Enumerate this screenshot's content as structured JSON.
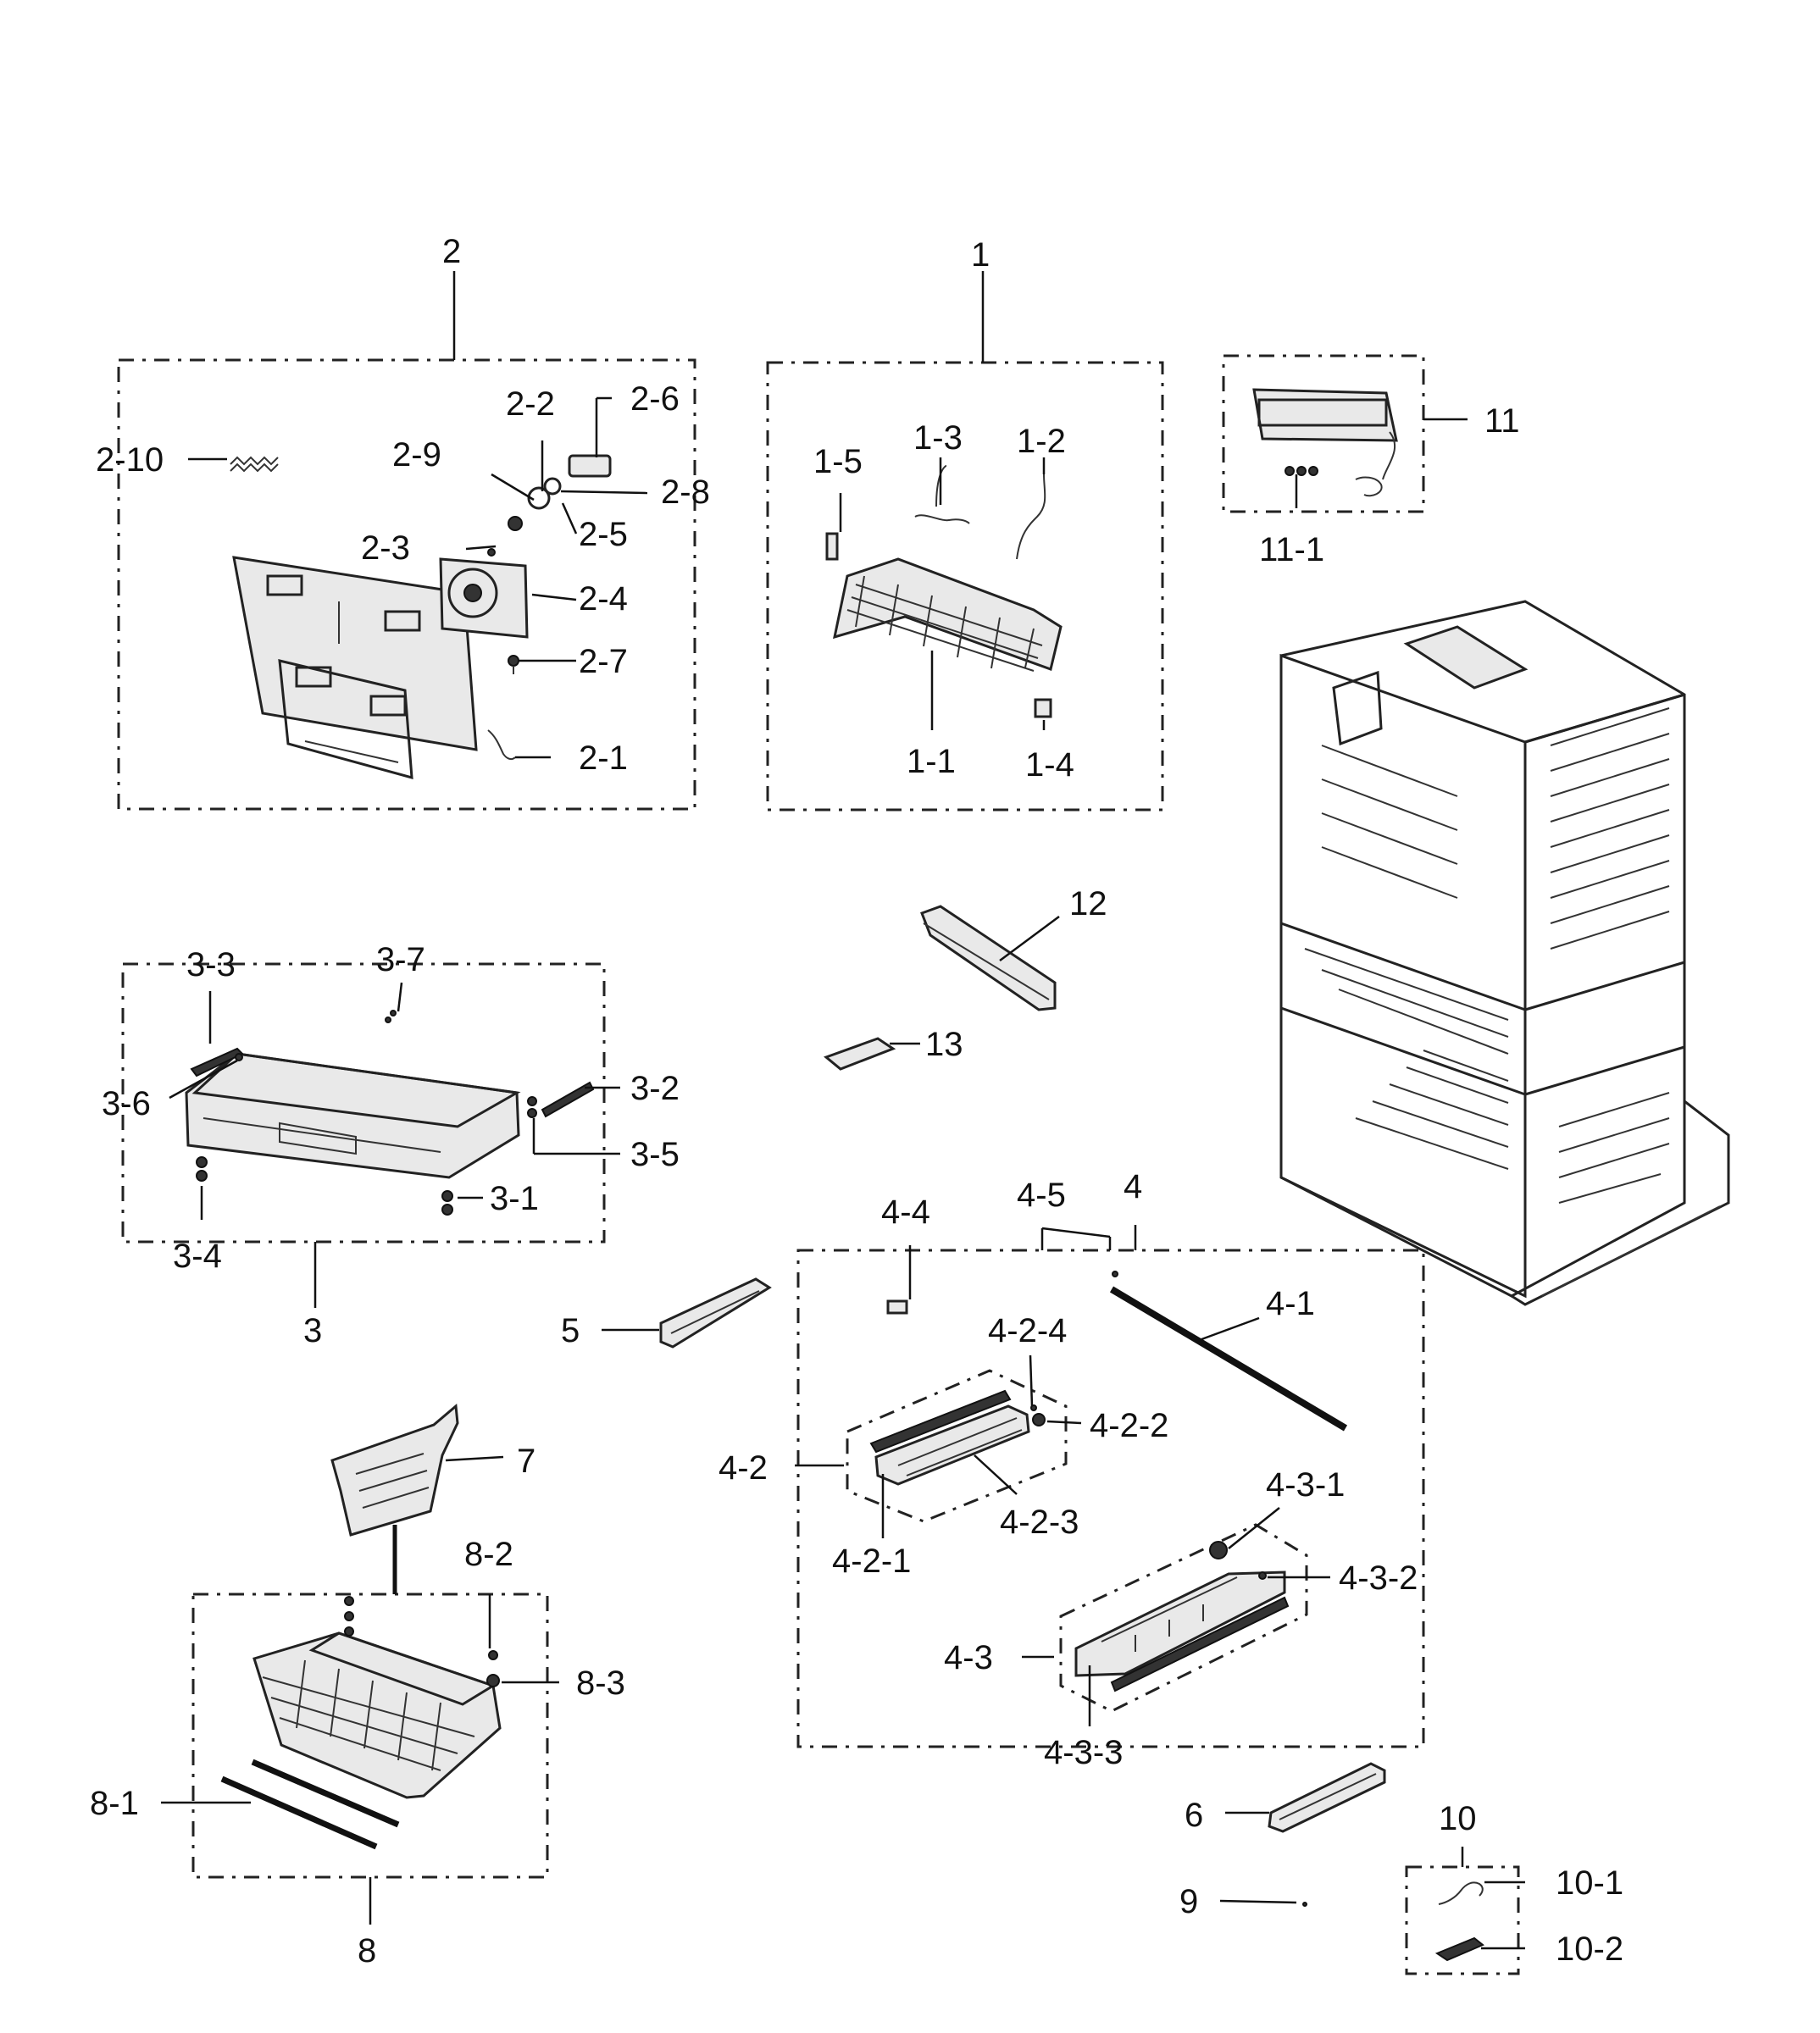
{
  "labels": {
    "l1": "1",
    "l1_1": "1-1",
    "l1_2": "1-2",
    "l1_3": "1-3",
    "l1_4": "1-4",
    "l1_5": "1-5",
    "l2": "2",
    "l2_1": "2-1",
    "l2_2": "2-2",
    "l2_3": "2-3",
    "l2_4": "2-4",
    "l2_5": "2-5",
    "l2_6": "2-6",
    "l2_7": "2-7",
    "l2_8": "2-8",
    "l2_9": "2-9",
    "l2_10": "2-10",
    "l3": "3",
    "l3_1": "3-1",
    "l3_2": "3-2",
    "l3_3": "3-3",
    "l3_4": "3-4",
    "l3_5": "3-5",
    "l3_6": "3-6",
    "l3_7": "3-7",
    "l4": "4",
    "l4_1": "4-1",
    "l4_2": "4-2",
    "l4_2_1": "4-2-1",
    "l4_2_2": "4-2-2",
    "l4_2_3": "4-2-3",
    "l4_2_4": "4-2-4",
    "l4_3": "4-3",
    "l4_3_1": "4-3-1",
    "l4_3_2": "4-3-2",
    "l4_3_3": "4-3-3",
    "l4_4": "4-4",
    "l4_5": "4-5",
    "l5": "5",
    "l6": "6",
    "l7": "7",
    "l8": "8",
    "l8_1": "8-1",
    "l8_2": "8-2",
    "l8_3": "8-3",
    "l9": "9",
    "l10": "10",
    "l10_1": "10-1",
    "l10_2": "10-2",
    "l11": "11",
    "l11_1": "11-1",
    "l12": "12",
    "l13": "13"
  }
}
